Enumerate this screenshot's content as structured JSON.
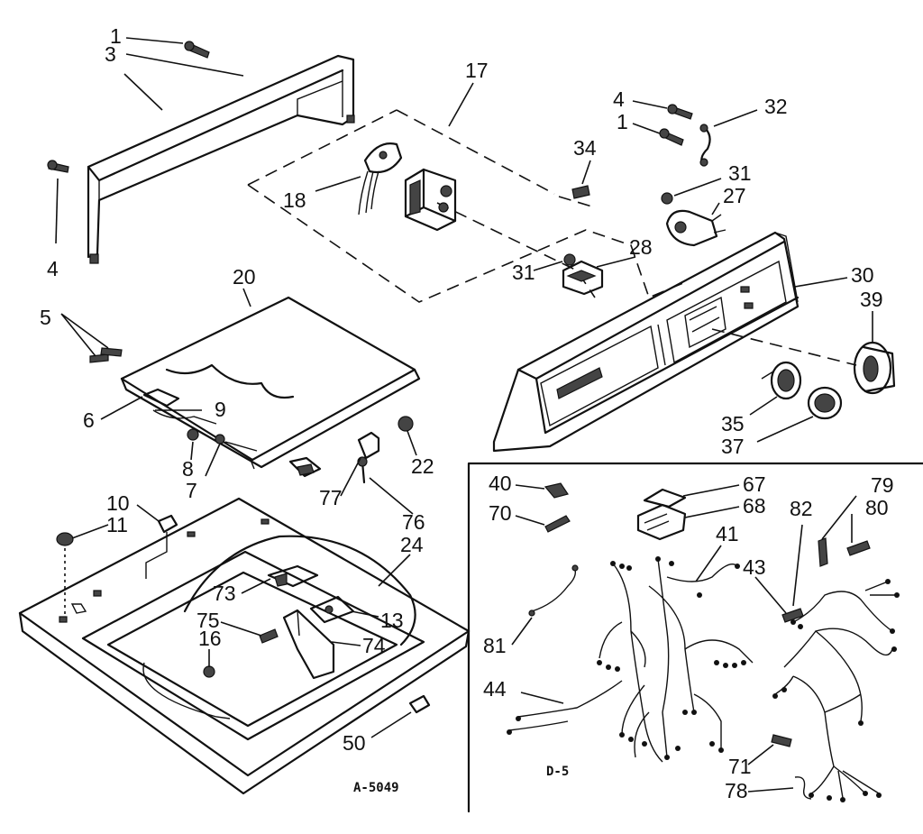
{
  "diagram": {
    "drawing_number": "A-5049",
    "inset_label": "D-5",
    "callouts": [
      "1",
      "3",
      "4",
      "5",
      "6",
      "7",
      "8",
      "9",
      "10",
      "11",
      "13",
      "16",
      "17",
      "18",
      "20",
      "22",
      "24",
      "27",
      "28",
      "30",
      "31",
      "32",
      "34",
      "35",
      "37",
      "39",
      "40",
      "41",
      "43",
      "44",
      "50",
      "67",
      "68",
      "70",
      "71",
      "73",
      "74",
      "75",
      "76",
      "77",
      "78",
      "79",
      "80",
      "81",
      "82"
    ]
  }
}
